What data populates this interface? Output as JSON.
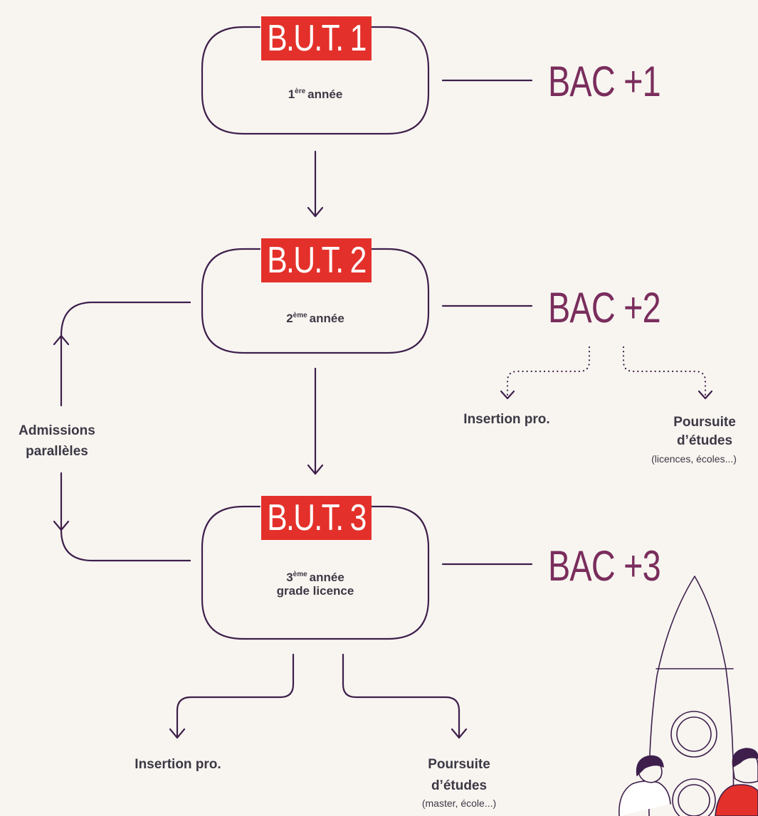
{
  "stages": [
    {
      "badge": "B.U.T. 1",
      "year_num": "1",
      "year_sup": "ère",
      "year_text": "année",
      "extra": "",
      "bac": "BAC +1"
    },
    {
      "badge": "B.U.T. 2",
      "year_num": "2",
      "year_sup": "ème",
      "year_text": "année",
      "extra": "",
      "bac": "BAC +2"
    },
    {
      "badge": "B.U.T. 3",
      "year_num": "3",
      "year_sup": "ème",
      "year_text": "année",
      "extra": "grade licence",
      "bac": "BAC +3"
    }
  ],
  "side_label": {
    "line1": "Admissions",
    "line2": "parallèles"
  },
  "bac2_outcomes": {
    "insertion": "Insertion pro.",
    "poursuite_line1": "Poursuite",
    "poursuite_line2": "d’études",
    "poursuite_detail": "(licences, écoles...)"
  },
  "bac3_outcomes": {
    "insertion": "Insertion pro.",
    "poursuite_line1": "Poursuite",
    "poursuite_line2": "d’études",
    "poursuite_detail": "(master, école...)"
  },
  "colors": {
    "line": "#3e1f4b",
    "badge_bg": "#e4302a",
    "bac_text": "#7a2d5c",
    "background": "#f8f5f1",
    "illustration_accent": "#e4302a"
  }
}
